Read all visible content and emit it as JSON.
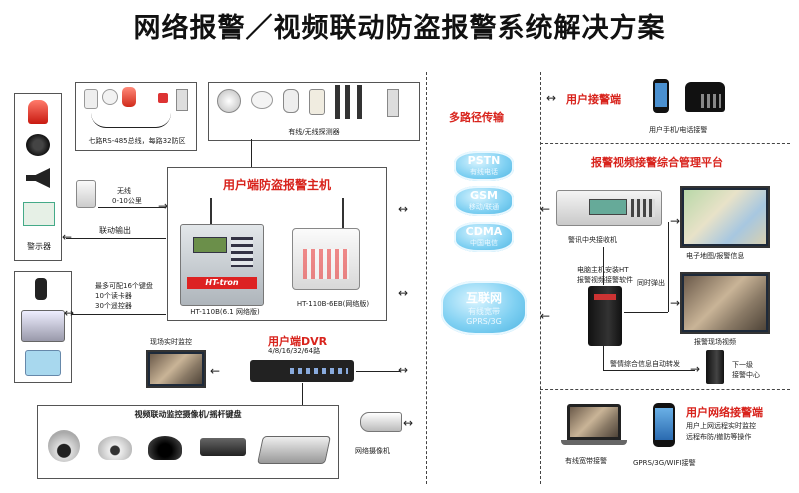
{
  "title": "网络报警／视频联动防盗报警系统解决方案",
  "left": {
    "bus_label": "七路RS-485总线，每路32防区",
    "wireless_label": "无线",
    "wireless_range": "0-10公里",
    "linkage_output": "联动输出",
    "alarm_indicator": "警示器",
    "keypad_spec_1": "最多可配16个键盘",
    "keypad_spec_2": "10个读卡器",
    "keypad_spec_3": "30个遥控器",
    "detectors_label": "有线/无线探测器"
  },
  "host": {
    "title": "用户端防盗报警主机",
    "model_a": "HT-110B(6.1 网络版)",
    "model_b": "HT-110B-6EB(网络版)",
    "panel_brand": "HT-tron"
  },
  "dvr": {
    "title": "用户端DVR",
    "channels": "4/8/16/32/64路",
    "live_label": "现场实时监控",
    "camera_box_title": "视频联动监控摄像机/摇杆键盘",
    "network_camera": "网络摄像机"
  },
  "transport": {
    "title": "多路径传输",
    "clouds": [
      {
        "main": "PSTN",
        "sub": "有线电话"
      },
      {
        "main": "GSM",
        "sub": "移动/联通"
      },
      {
        "main": "CDMA",
        "sub": "中国电信"
      },
      {
        "main": "互联网",
        "sub": "有线宽带",
        "sub2": "GPRS/3G"
      }
    ]
  },
  "right": {
    "user_alarm": "用户接警端",
    "phone_label": "用户手机/电话接警",
    "platform_title": "报警视频接警综合管理平台",
    "receiver_label": "警讯中央接收机",
    "software_1": "电脑主机安装HT",
    "software_2": "报警视频接警软件",
    "sync_popup": "同时弹出",
    "map_label": "电子地图/报警信息",
    "scene_label": "报警现场视频",
    "forward_label": "警情综合信息自动转发",
    "sub_center_1": "下一级",
    "sub_center_2": "接警中心",
    "net_alarm_title": "用户网络接警端",
    "net_desc_1": "用户上网远程实时监控",
    "net_desc_2": "远程布防/撤防等操作",
    "laptop_label": "有线宽带接警",
    "mobile_label": "GPRS/3G/WIFI接警"
  }
}
